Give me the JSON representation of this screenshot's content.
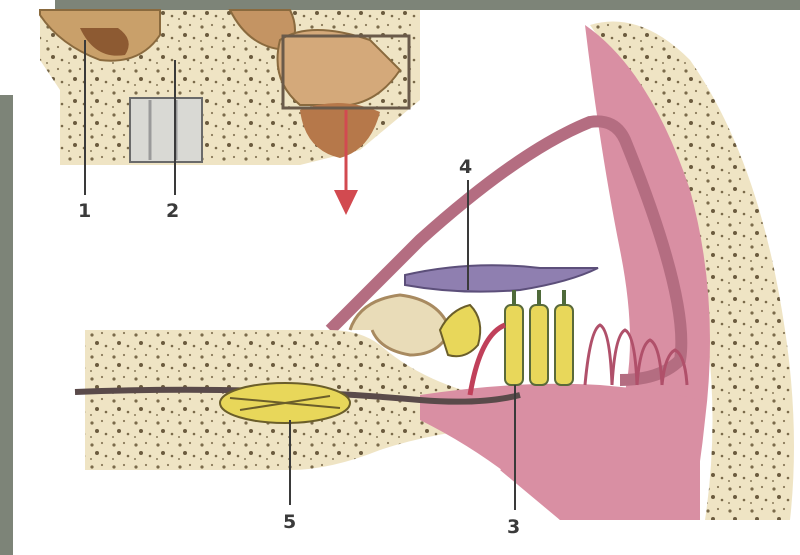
{
  "figure": {
    "labels": [
      "1",
      "2",
      "3",
      "4",
      "5"
    ]
  },
  "colors": {
    "bone": "#efe4c4",
    "bone_speckle": "#7a6a4a",
    "membrane": "#d98fa3",
    "membrane_dark": "#b46d81",
    "hair_cell": "#e8d75a",
    "tectorial": "#8f7fb0",
    "nerve": "#5a4a4a",
    "frame": "#7d8478"
  }
}
